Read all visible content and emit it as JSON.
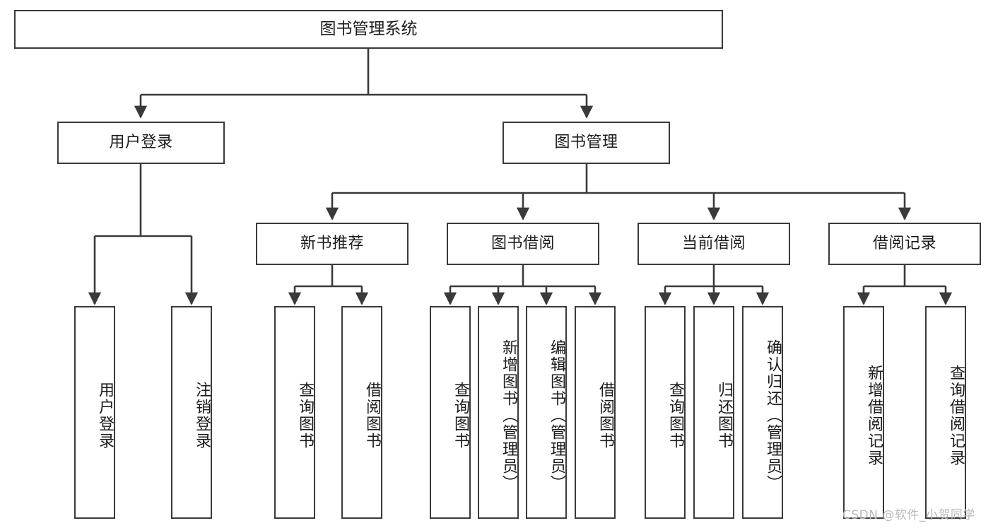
{
  "diagram": {
    "type": "tree-hierarchy-chart",
    "title": "图书管理系统",
    "watermark": "CSDN @软件_小贺同学",
    "colors": {
      "node_border": "#3a3a3a",
      "node_fill": "#ffffff",
      "edge": "#3a3a3a",
      "text": "#1b1b1b",
      "watermark": "#b9b9b9",
      "background": "#ffffff"
    },
    "nodes": {
      "root": {
        "label": "图书管理系统"
      },
      "level2": [
        {
          "id": "user-login",
          "label": "用户登录"
        },
        {
          "id": "book-manage",
          "label": "图书管理"
        }
      ],
      "level3": [
        {
          "id": "new-book-recommend",
          "label": "新书推荐"
        },
        {
          "id": "book-borrow",
          "label": "图书借阅"
        },
        {
          "id": "current-borrow",
          "label": "当前借阅"
        },
        {
          "id": "borrow-record",
          "label": "借阅记录"
        }
      ],
      "leaves": {
        "user_login": [
          {
            "id": "leaf-user-login",
            "label": "用户登录"
          },
          {
            "id": "leaf-logout-login",
            "label": "注销登录"
          }
        ],
        "new_book_recommend": [
          {
            "id": "leaf-query-book-1",
            "label": "查询图书"
          },
          {
            "id": "leaf-borrow-book-1",
            "label": "借阅图书"
          }
        ],
        "book_borrow": [
          {
            "id": "leaf-query-book-2",
            "label": "查询图书"
          },
          {
            "id": "leaf-add-book",
            "label": "新增图书（管理员）"
          },
          {
            "id": "leaf-edit-book",
            "label": "编辑图书（管理员）"
          },
          {
            "id": "leaf-borrow-book-2",
            "label": "借阅图书"
          }
        ],
        "current_borrow": [
          {
            "id": "leaf-query-book-3",
            "label": "查询图书"
          },
          {
            "id": "leaf-return-book",
            "label": "归还图书"
          },
          {
            "id": "leaf-confirm-return",
            "label": "确认归还（管理员）"
          }
        ],
        "borrow_record": [
          {
            "id": "leaf-add-record",
            "label": "新增借阅记录"
          },
          {
            "id": "leaf-query-record",
            "label": "查询借阅记录"
          }
        ]
      }
    }
  }
}
